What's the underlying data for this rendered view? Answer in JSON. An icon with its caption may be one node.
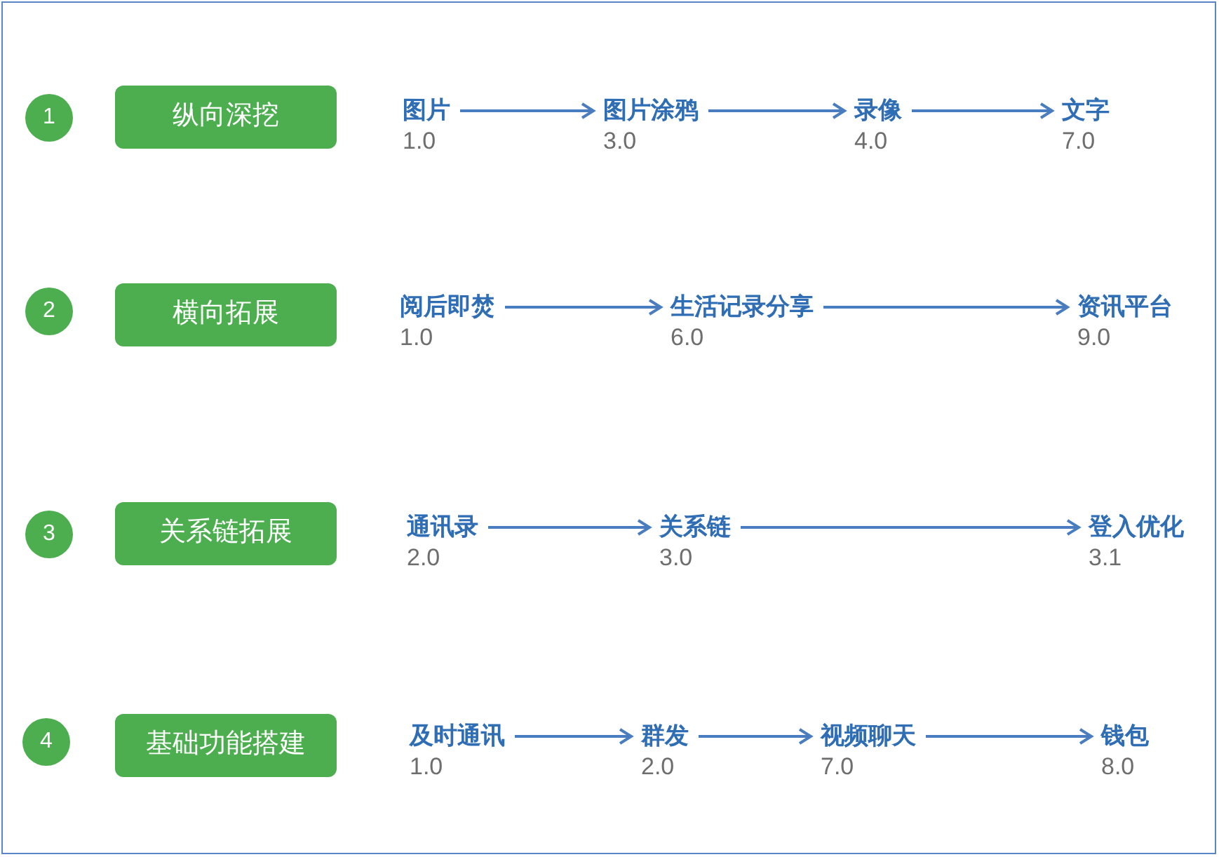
{
  "diagram": {
    "nodes": [
      {
        "text": [
          "1"
        ]
      },
      {
        "text": [
          "纵向深挖"
        ]
      },
      {
        "text": [
          "图片",
          "1.0"
        ]
      },
      {
        "text": [
          "图片涂鸦",
          "3.0"
        ]
      },
      {
        "text": [
          "录像",
          "4.0"
        ]
      },
      {
        "text": [
          "文字",
          "7.0"
        ]
      },
      {
        "text": [
          "2"
        ]
      },
      {
        "text": [
          "横向拓展"
        ]
      },
      {
        "text": [
          "阅后即焚",
          "1.0"
        ]
      },
      {
        "text": [
          "生活记录分享",
          "6.0"
        ]
      },
      {
        "text": [
          "资讯平台",
          "9.0"
        ]
      },
      {
        "text": [
          "3"
        ]
      },
      {
        "text": [
          "关系链拓展"
        ]
      },
      {
        "text": [
          "通讯录",
          "2.0"
        ]
      },
      {
        "text": [
          "关系链",
          "3.0"
        ]
      },
      {
        "text": [
          "登入优化",
          "3.1"
        ]
      },
      {
        "text": [
          "4"
        ]
      },
      {
        "text": [
          "基础功能搭建"
        ]
      },
      {
        "text": [
          "及时通讯",
          "1.0"
        ]
      },
      {
        "text": [
          "群发",
          "2.0"
        ]
      },
      {
        "text": [
          "视频聊天",
          "7.0"
        ]
      },
      {
        "text": [
          "钱包",
          "8.0"
        ]
      }
    ],
    "edges": [
      {
        "from": 2,
        "to": 3,
        "arrow": "to"
      },
      {
        "from": 3,
        "to": 4,
        "arrow": "to"
      },
      {
        "from": 4,
        "to": 5,
        "arrow": "to"
      },
      {
        "from": 8,
        "to": 9,
        "arrow": "to"
      },
      {
        "from": 9,
        "to": 10,
        "arrow": "to"
      },
      {
        "from": 13,
        "to": 14,
        "arrow": "to"
      },
      {
        "from": 14,
        "to": 15,
        "arrow": "to"
      },
      {
        "from": 18,
        "to": 19,
        "arrow": "to"
      },
      {
        "from": 19,
        "to": 20,
        "arrow": "to"
      },
      {
        "from": 20,
        "to": 21,
        "arrow": "to"
      }
    ]
  }
}
